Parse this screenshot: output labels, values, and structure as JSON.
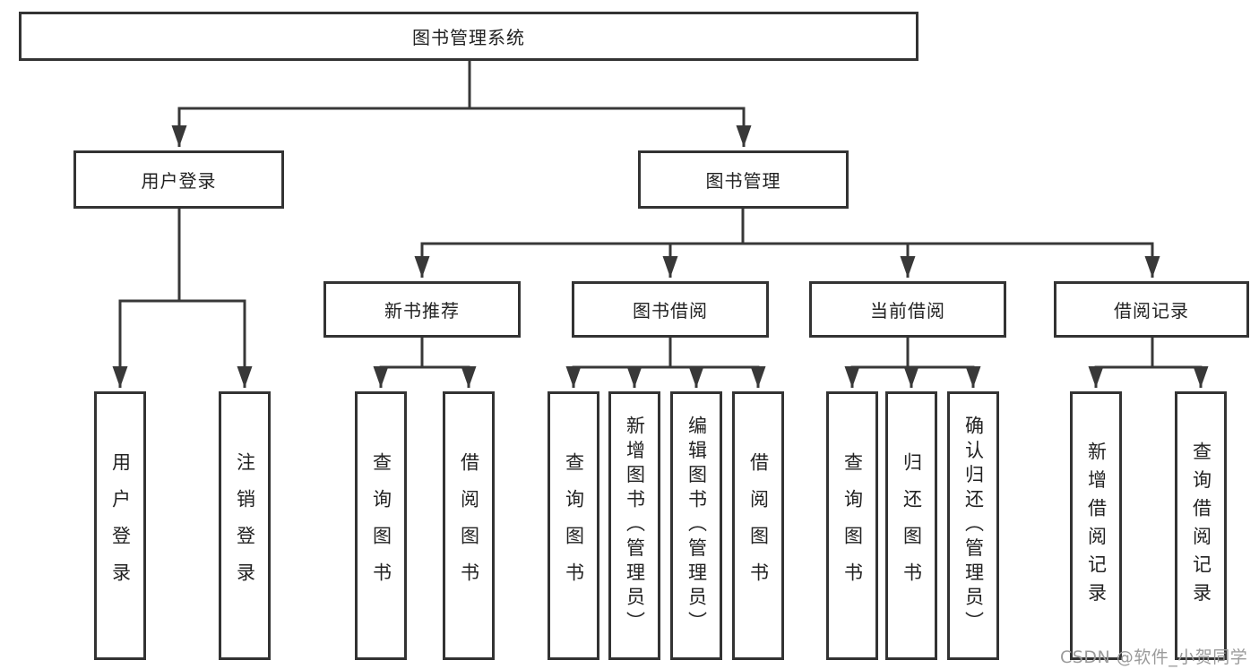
{
  "tree": {
    "label": "图书管理系统",
    "children": [
      {
        "label": "用户登录",
        "children": [
          {
            "label": "用户登录"
          },
          {
            "label": "注销登录"
          }
        ]
      },
      {
        "label": "图书管理",
        "children": [
          {
            "label": "新书推荐",
            "children": [
              {
                "label": "查询图书"
              },
              {
                "label": "借阅图书"
              }
            ]
          },
          {
            "label": "图书借阅",
            "children": [
              {
                "label": "查询图书"
              },
              {
                "label": "新增图书（管理员）"
              },
              {
                "label": "编辑图书（管理员）"
              },
              {
                "label": "借阅图书"
              }
            ]
          },
          {
            "label": "当前借阅",
            "children": [
              {
                "label": "查询图书"
              },
              {
                "label": "归还图书"
              },
              {
                "label": "确认归还（管理员）"
              }
            ]
          },
          {
            "label": "借阅记录",
            "children": [
              {
                "label": "新增借阅记录"
              },
              {
                "label": "查询借阅记录"
              }
            ]
          }
        ]
      }
    ]
  },
  "watermark": "CSDN @软件_小贺同学",
  "colors": {
    "line": "#383838",
    "box_border": "#333333",
    "text": "#222222",
    "watermark": "#9b9b9b",
    "background": "#ffffff"
  }
}
